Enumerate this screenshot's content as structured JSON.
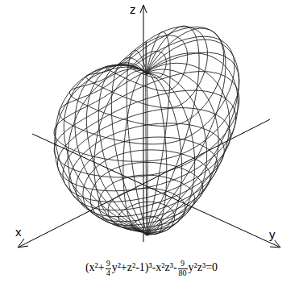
{
  "diagram": {
    "labels": [
      "z",
      "x",
      "y",
      "(x²+",
      "9",
      "4",
      "y²+z²-1)³-x²z³-",
      "9",
      "80",
      "y²z³=0"
    ]
  }
}
